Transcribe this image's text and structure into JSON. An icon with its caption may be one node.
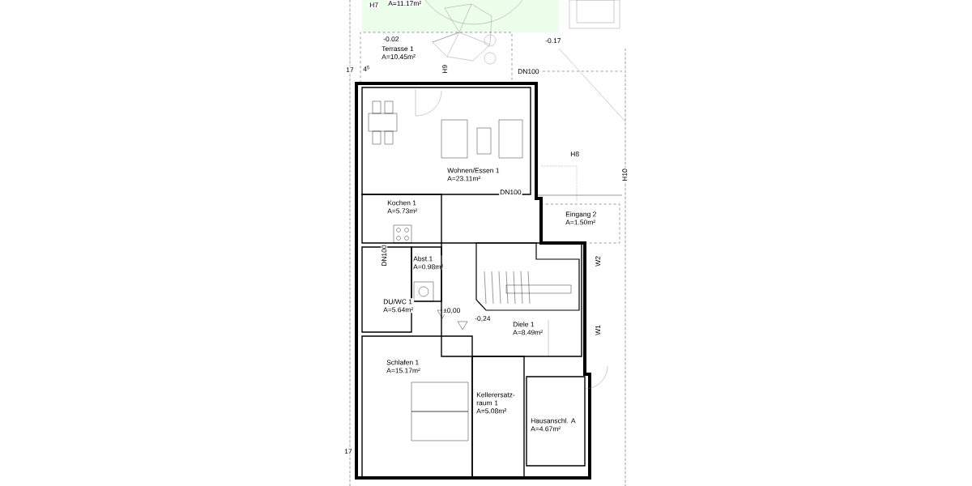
{
  "diagram": {
    "nodes": [
      {
        "text": [
          "Terrasse 1",
          "A=10.45m²"
        ]
      },
      {
        "text": [
          "Wohnen/Essen 1",
          "A=23.11m²"
        ]
      },
      {
        "text": [
          "Kochen 1",
          "A=5.73m²"
        ]
      },
      {
        "text": [
          "Eingang 2",
          "A=1.50m²"
        ]
      },
      {
        "text": [
          "Abst.1",
          "A=0.98m²"
        ]
      },
      {
        "text": [
          "DU/WC 1",
          "A=5.64m²"
        ]
      },
      {
        "text": [
          "Diele 1",
          "A=8.49m²"
        ]
      },
      {
        "text": [
          "Schlafen 1",
          "A=15.17m²"
        ]
      },
      {
        "text": [
          "Kellerersatz-raum 1",
          "A=5.08m²"
        ]
      },
      {
        "text": [
          "Hausanschl. A",
          "A=4.67m²"
        ]
      }
    ],
    "labels": [
      "H7",
      "A=11.17m²",
      "-0.02",
      "-0.17",
      "17",
      "4$^{5}$",
      "DN100",
      "H9",
      "H8",
      "DN100",
      "H10",
      "DN100",
      "W2",
      "±0,00",
      "-0,24",
      "W1",
      "17"
    ]
  }
}
